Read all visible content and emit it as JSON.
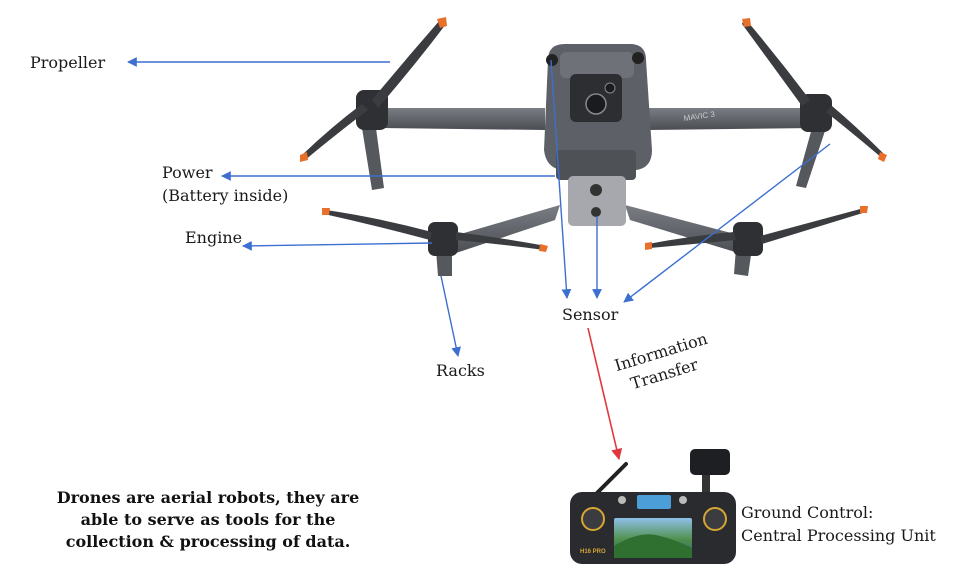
{
  "labels": {
    "propeller": "Propeller",
    "power_line1": "Power",
    "power_line2": "(Battery inside)",
    "engine": "Engine",
    "racks": "Racks",
    "sensor": "Sensor",
    "info_line1": "Information",
    "info_line2": "Transfer",
    "ground_line1": "Ground Control:",
    "ground_line2": "Central Processing Unit"
  },
  "caption": {
    "line1": "Drones are aerial robots, they are",
    "line2": "able to serve as tools for the",
    "line3": "collection & processing of data."
  },
  "drone": {
    "model_text": "MAVIC 3"
  },
  "controller": {
    "brand_text": "H16 PRO"
  },
  "colors": {
    "label_arrow": "#3c6fd0",
    "transfer_arrow": "#e0383c",
    "drone_body": "#5d6066",
    "propeller_tip": "#e8702a"
  }
}
